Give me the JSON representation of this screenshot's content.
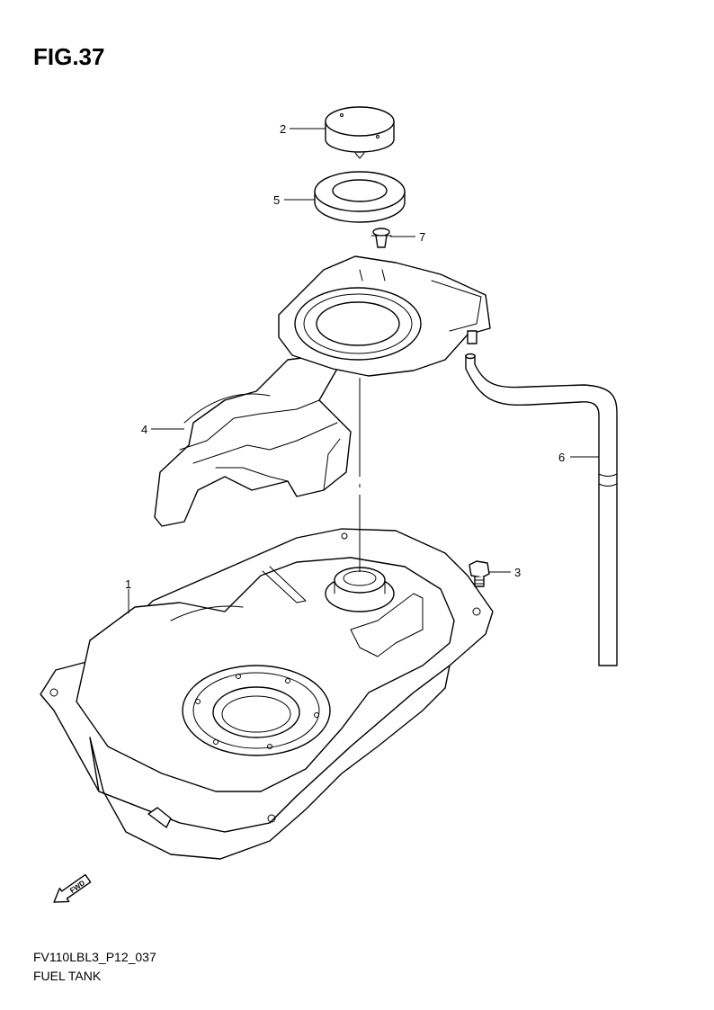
{
  "figure": {
    "title": "FIG.37",
    "code": "FV110LBL3_P12_037",
    "name": "FUEL TANK",
    "fwd_label": "FWD"
  },
  "callouts": [
    "1",
    "2",
    "3",
    "4",
    "5",
    "6",
    "7"
  ]
}
